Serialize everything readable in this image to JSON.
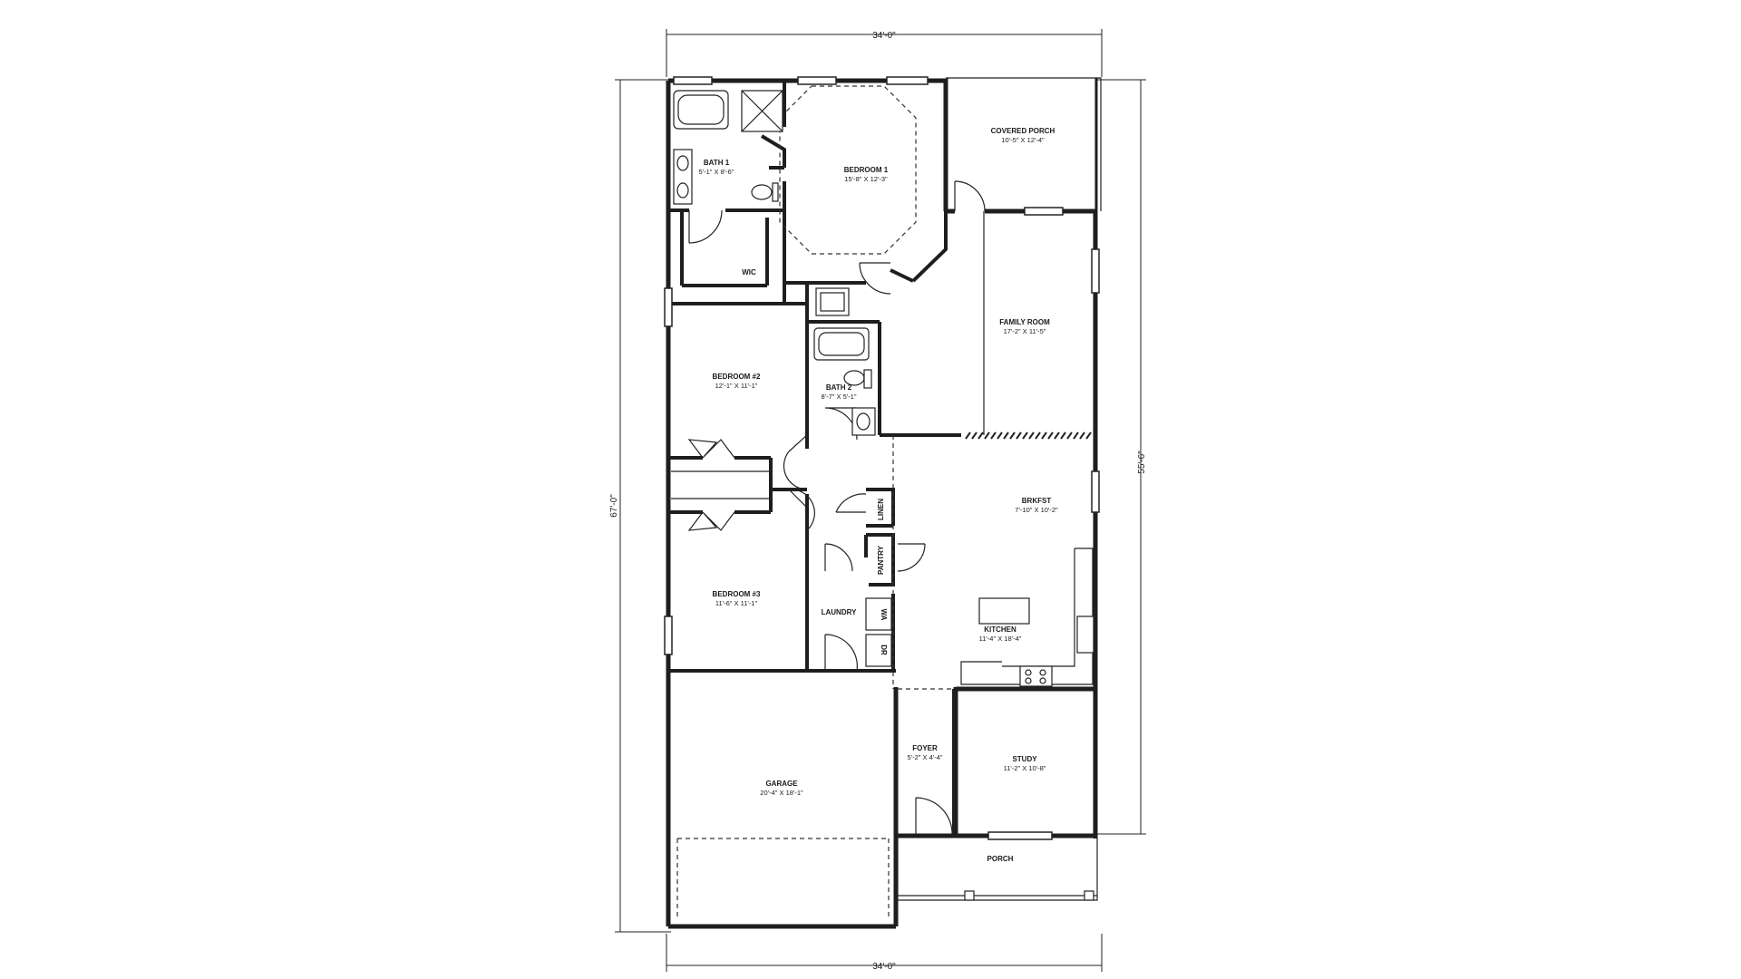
{
  "dimensions": {
    "top": "34'-0\"",
    "bottom": "34'-0\"",
    "left": "67'-0\"",
    "right": "55'-6\""
  },
  "rooms": {
    "bath1": {
      "name": "BATH 1",
      "size": "5'-1\" X 8'-6\""
    },
    "bedroom1": {
      "name": "BEDROOM 1",
      "size": "15'-8\" X 12'-3\""
    },
    "covered_porch": {
      "name": "COVERED PORCH",
      "size": "10'-5\" X 12'-4\""
    },
    "wic": {
      "name": "WIC"
    },
    "family_room": {
      "name": "FAMILY ROOM",
      "size": "17'-2\" X 11'-5\""
    },
    "bedroom2": {
      "name": "BEDROOM #2",
      "size": "12'-1\" X 11'-1\""
    },
    "bath2": {
      "name": "BATH 2",
      "size": "8'-7\" X 5'-1\""
    },
    "brkfst": {
      "name": "BRKFST",
      "size": "7'-10\" X 10'-2\""
    },
    "linen": {
      "name": "LINEN"
    },
    "pantry": {
      "name": "PANTRY"
    },
    "bedroom3": {
      "name": "BEDROOM #3",
      "size": "11'-6\" X 11'-1\""
    },
    "laundry": {
      "name": "LAUNDRY"
    },
    "washer": {
      "name": "WA"
    },
    "dryer": {
      "name": "DR"
    },
    "kitchen": {
      "name": "KITCHEN",
      "size": "11'-4\" X 18'-4\""
    },
    "foyer": {
      "name": "FOYER",
      "size": "5'-2\" X 4'-4\""
    },
    "study": {
      "name": "STUDY",
      "size": "11'-2\" X 10'-8\""
    },
    "garage": {
      "name": "GARAGE",
      "size": "20'-4\" X 18'-1\""
    },
    "porch": {
      "name": "PORCH"
    }
  }
}
